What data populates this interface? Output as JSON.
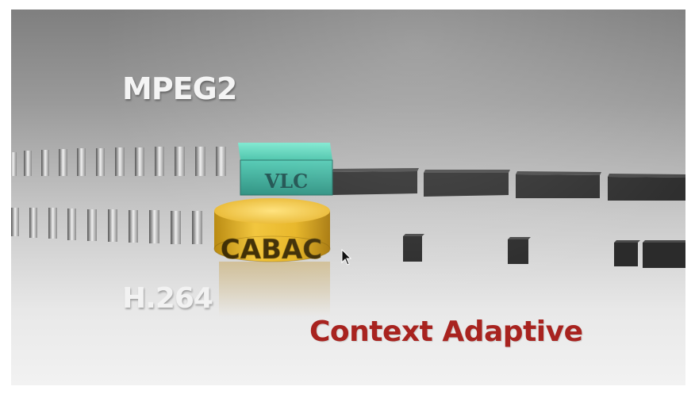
{
  "labels": {
    "mpeg2": "MPEG2",
    "h264": "H.264",
    "vlc": "VLC",
    "cabac": "CABAC",
    "context_adaptive": "Context Adaptive"
  },
  "colors": {
    "vlc_block": "#3fb8a0",
    "cabac_cylinder": "#e0b020",
    "context_text": "#a8231f",
    "bit_block": "#2e2e2e"
  },
  "icons": {
    "cursor": "mouse-pointer-icon"
  }
}
